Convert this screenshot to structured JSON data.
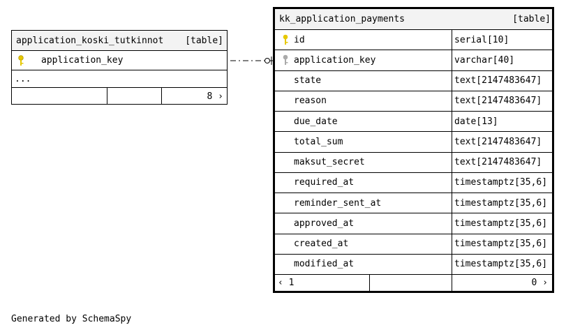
{
  "left_table": {
    "name": "application_koski_tutkinnot",
    "type_label": "[table]",
    "columns": [
      {
        "name": "application_key",
        "key": "primary"
      }
    ],
    "more": "...",
    "footer": {
      "left": "",
      "middle": "",
      "right": "8 ›"
    }
  },
  "right_table": {
    "name": "kk_application_payments",
    "type_label": "[table]",
    "columns": [
      {
        "name": "id",
        "type": "serial[10]",
        "key": "primary"
      },
      {
        "name": "application_key",
        "type": "varchar[40]",
        "key": "foreign"
      },
      {
        "name": "state",
        "type": "text[2147483647]",
        "key": "none"
      },
      {
        "name": "reason",
        "type": "text[2147483647]",
        "key": "none"
      },
      {
        "name": "due_date",
        "type": "date[13]",
        "key": "none"
      },
      {
        "name": "total_sum",
        "type": "text[2147483647]",
        "key": "none"
      },
      {
        "name": "maksut_secret",
        "type": "text[2147483647]",
        "key": "none"
      },
      {
        "name": "required_at",
        "type": "timestamptz[35,6]",
        "key": "none"
      },
      {
        "name": "reminder_sent_at",
        "type": "timestamptz[35,6]",
        "key": "none"
      },
      {
        "name": "approved_at",
        "type": "timestamptz[35,6]",
        "key": "none"
      },
      {
        "name": "created_at",
        "type": "timestamptz[35,6]",
        "key": "none"
      },
      {
        "name": "modified_at",
        "type": "timestamptz[35,6]",
        "key": "none"
      }
    ],
    "footer": {
      "left": "‹ 1",
      "right": "0 ›"
    }
  },
  "relationship": {
    "from": "application_koski_tutkinnot.application_key",
    "to": "kk_application_payments.application_key",
    "style": "dashed"
  },
  "colors": {
    "primary_key": "#e6c800",
    "foreign_key": "#aaaaaa",
    "header_bg": "#f3f3f3"
  },
  "footer_text": "Generated by SchemaSpy"
}
